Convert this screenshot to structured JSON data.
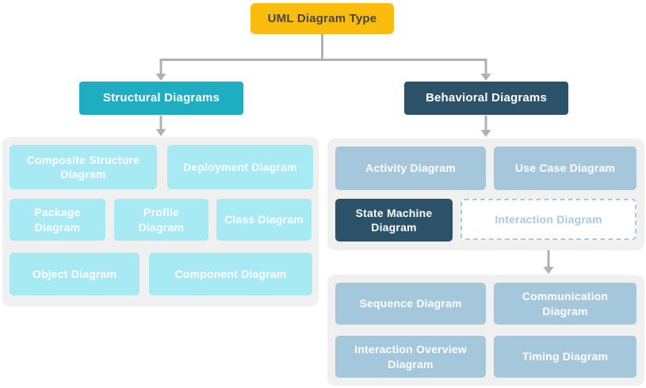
{
  "root": {
    "label": "UML Diagram Type"
  },
  "structural": {
    "header": "Structural Diagrams",
    "items": {
      "composite_structure": "Composite Structure Diagram",
      "deployment": "Deployment Diagram",
      "package": "Package Diagram",
      "profile": "Profile Diagram",
      "class": "Class Diagram",
      "object": "Object Diagram",
      "component": "Component Diagram"
    }
  },
  "behavioral": {
    "header": "Behavioral Diagrams",
    "items": {
      "activity": "Activity Diagram",
      "use_case": "Use Case Diagram",
      "state_machine": "State Machine Diagram",
      "interaction": "Interaction Diagram"
    },
    "interaction_subtypes": {
      "sequence": "Sequence Diagram",
      "communication": "Communication Diagram",
      "interaction_overview": "Interaction Overview Diagram",
      "timing": "Timing Diagram"
    }
  },
  "colors": {
    "root_bg": "#FBBD0D",
    "root_text": "#474747",
    "structural_header_bg": "#1FADC2",
    "behavioral_header_bg": "#2C5269",
    "structural_item_bg": "#A8EAF4",
    "behavioral_item_bg": "#A4C7DB",
    "highlighted_item_bg": "#2C5269",
    "dashed_item_border": "#A9CBDE",
    "dashed_item_text": "#A9CBDE",
    "container_bg": "#F0F0F0",
    "connector": "#B1B1B1",
    "item_text": "#FFFFFF"
  }
}
